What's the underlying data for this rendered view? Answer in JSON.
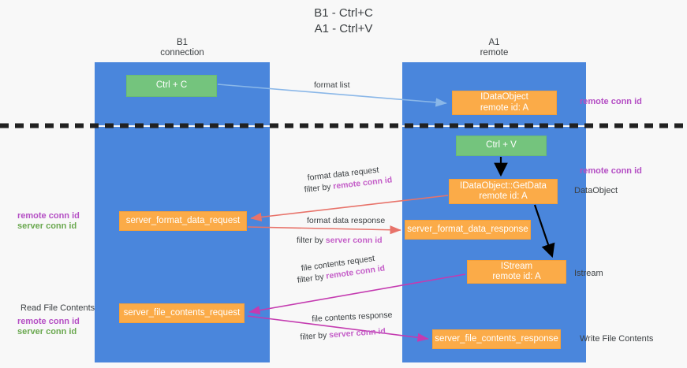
{
  "title": {
    "line1": "B1 - Ctrl+C",
    "line2": "A1 - Ctrl+V"
  },
  "colors": {
    "lane": "#4a86dc",
    "orange": "#fbab48",
    "green": "#74c47d",
    "purple": "#b44ec4",
    "green_text": "#6aa84f",
    "arrow_blue": "#8ab7e8",
    "arrow_red": "#e8736a",
    "arrow_magenta": "#c43bb0",
    "arrow_black": "#000000",
    "background": "#f8f8f8"
  },
  "lanes": [
    {
      "id": "b1",
      "name": "B1",
      "role": "connection"
    },
    {
      "id": "a1",
      "name": "A1",
      "role": "remote"
    }
  ],
  "nodes": [
    {
      "id": "ctrl-c",
      "lane": "b1",
      "style": "green",
      "line1": "Ctrl + C",
      "line2": ""
    },
    {
      "id": "idataobject",
      "lane": "a1",
      "style": "orange",
      "line1": "IDataObject",
      "line2": "remote id: A"
    },
    {
      "id": "ctrl-v",
      "lane": "a1",
      "style": "green",
      "line1": "Ctrl + V",
      "line2": ""
    },
    {
      "id": "getdata",
      "lane": "a1",
      "style": "orange",
      "line1": "IDataObject::GetData",
      "line2": "remote id: A"
    },
    {
      "id": "server-format-data-request",
      "lane": "b1",
      "style": "orange",
      "line1": "server_format_data_request",
      "line2": ""
    },
    {
      "id": "server-format-data-response",
      "lane": "a1",
      "style": "orange",
      "line1": "server_format_data_response",
      "line2": ""
    },
    {
      "id": "istream",
      "lane": "a1",
      "style": "orange",
      "line1": "IStream",
      "line2": "remote id: A"
    },
    {
      "id": "server-file-contents-request",
      "lane": "b1",
      "style": "orange",
      "line1": "server_file_contents_request",
      "line2": ""
    },
    {
      "id": "server-file-contents-response",
      "lane": "a1",
      "style": "orange",
      "line1": "server_file_contents_response",
      "line2": ""
    }
  ],
  "edge_labels": {
    "format_list": "format list",
    "format_data_request": "format data request",
    "format_data_request_filter_prefix": "filter by ",
    "format_data_request_filter_key": "remote conn id",
    "format_data_response": "format data response",
    "format_data_response_filter_prefix": "filter by ",
    "format_data_response_filter_key": "server conn id",
    "file_contents_request": "file contents request",
    "file_contents_request_filter_prefix": "filter by ",
    "file_contents_request_filter_key": "remote conn id",
    "file_contents_response": "file contents response",
    "file_contents_response_filter_prefix": "filter by ",
    "file_contents_response_filter_key": "server conn id"
  },
  "annotations": {
    "right_top_remote_conn_id": "remote conn id",
    "right_mid_remote_conn_id": "remote conn id",
    "right_dataobject": "DataObject",
    "right_istream": "Istream",
    "right_write_file_contents": "Write File Contents",
    "left_remote_conn_id_1": "remote conn id",
    "left_server_conn_id_1": "server conn id",
    "left_read_file_contents": "Read File Contents",
    "left_remote_conn_id_2": "remote conn id",
    "left_server_conn_id_2": "server conn id"
  }
}
